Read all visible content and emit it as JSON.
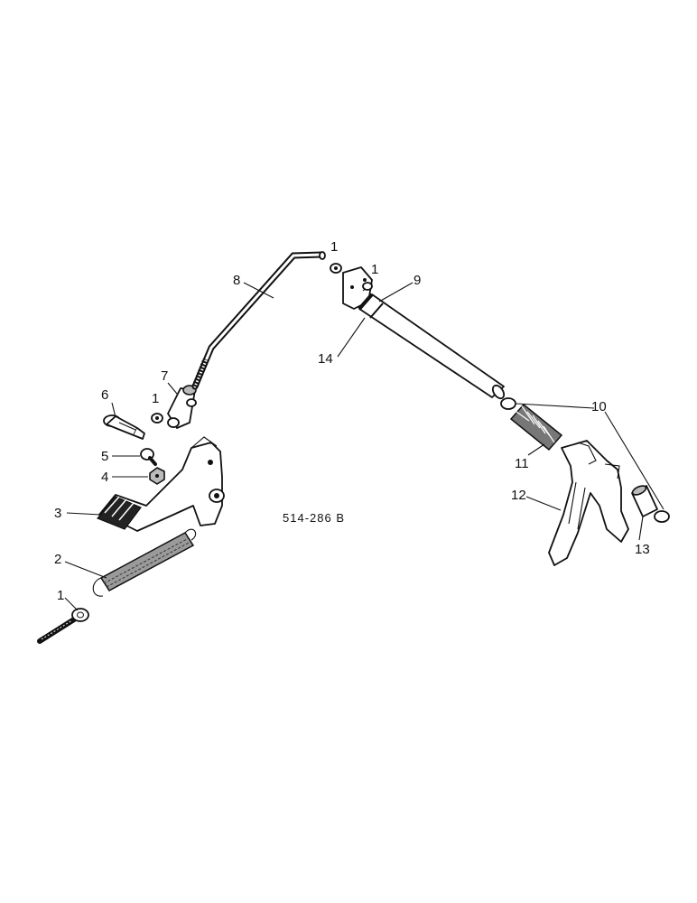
{
  "drawing_code": "514-286 B",
  "callouts": [
    {
      "id": "c1a",
      "text": "1"
    },
    {
      "id": "c1b",
      "text": "1"
    },
    {
      "id": "c1c",
      "text": "1"
    },
    {
      "id": "c1d",
      "text": "1"
    },
    {
      "id": "c2",
      "text": "2"
    },
    {
      "id": "c3",
      "text": "3"
    },
    {
      "id": "c4",
      "text": "4"
    },
    {
      "id": "c5",
      "text": "5"
    },
    {
      "id": "c6",
      "text": "6"
    },
    {
      "id": "c7",
      "text": "7"
    },
    {
      "id": "c8",
      "text": "8"
    },
    {
      "id": "c9",
      "text": "9"
    },
    {
      "id": "c10",
      "text": "10"
    },
    {
      "id": "c11",
      "text": "11"
    },
    {
      "id": "c12",
      "text": "12"
    },
    {
      "id": "c13",
      "text": "13"
    },
    {
      "id": "c14",
      "text": "14"
    }
  ]
}
